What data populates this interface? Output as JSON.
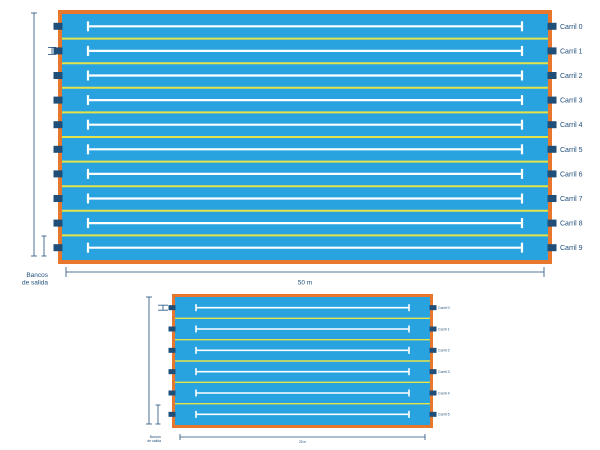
{
  "colors": {
    "border": "#e8772e",
    "water": "#29a3df",
    "rope": "#e5e34a",
    "marking": "#ffffff",
    "block": "#1f4e79",
    "label": "#1f4e79",
    "dimension": "#1f4e79"
  },
  "pools": [
    {
      "lanes": [
        "Carril 0",
        "Carril 1",
        "Carril 2",
        "Carril 3",
        "Carril 4",
        "Carril 5",
        "Carril 6",
        "Carril 7",
        "Carril 8",
        "Carril 9"
      ],
      "length_label": "50 m",
      "blocks_label": [
        "Bancos",
        "de salida"
      ]
    },
    {
      "lanes": [
        "Carril 0",
        "Carril 1",
        "Carril 2",
        "Carril 3",
        "Carril 4",
        "Carril 5"
      ],
      "length_label": "25 m",
      "blocks_label": [
        "Bancos",
        "de salida"
      ]
    }
  ]
}
